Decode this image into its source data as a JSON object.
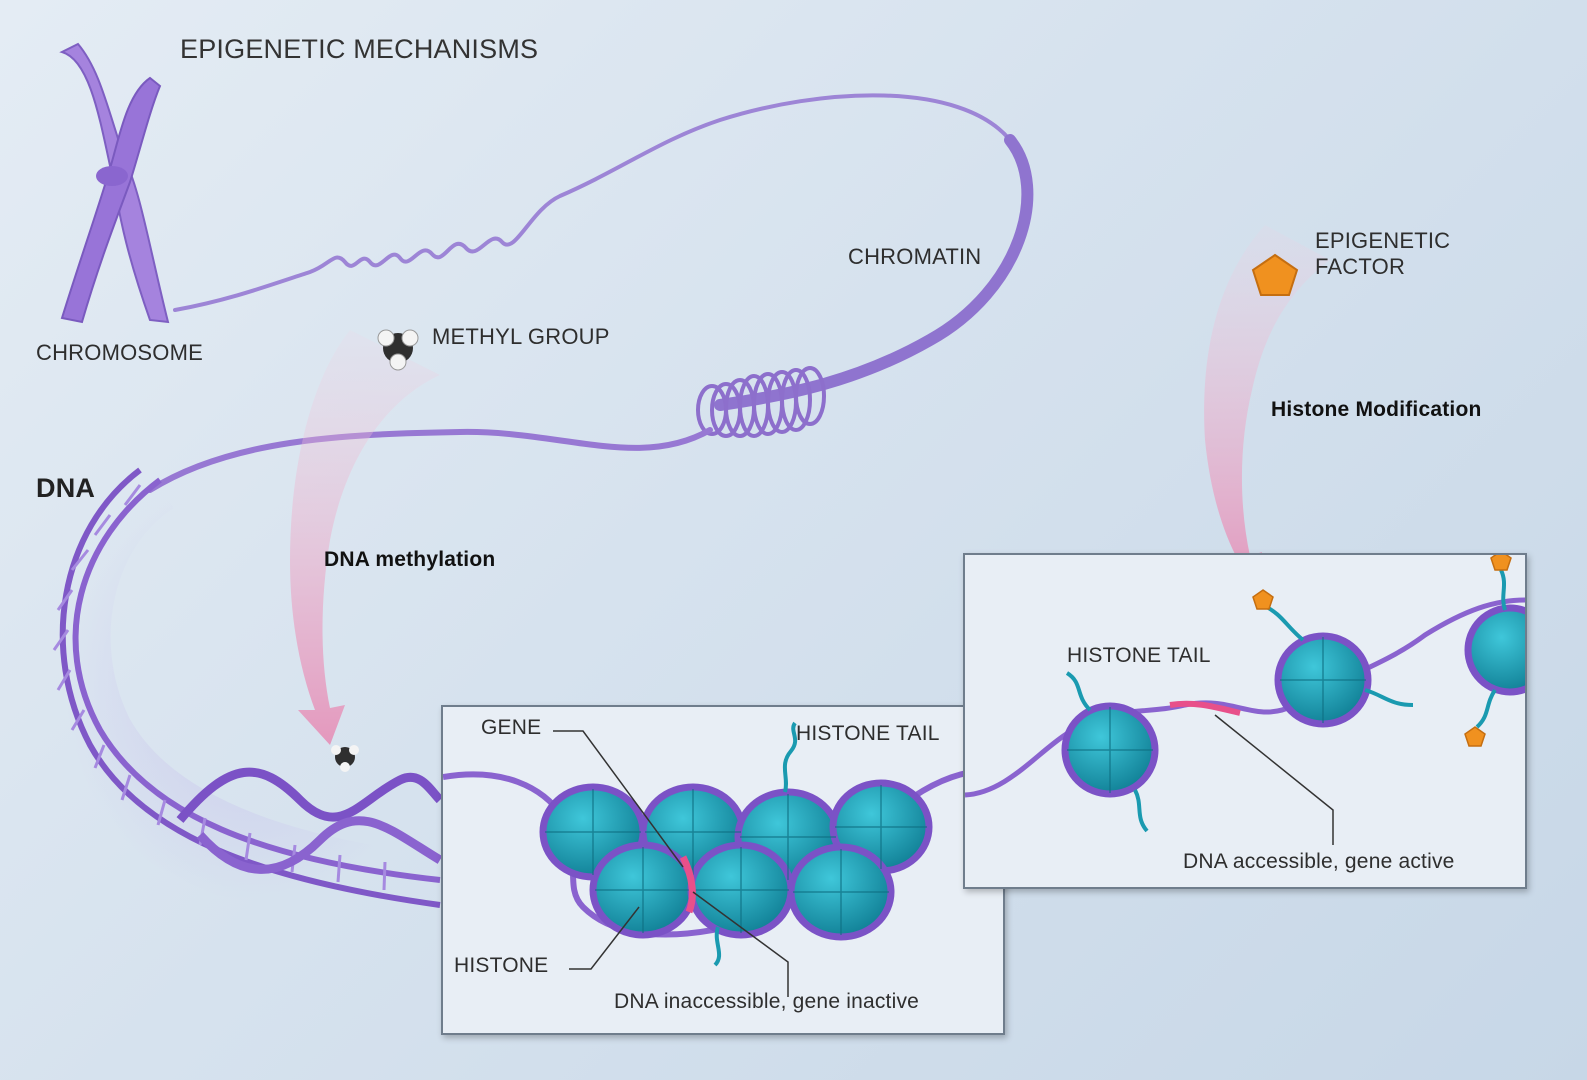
{
  "title": "EPIGENETIC MECHANISMS",
  "labels": {
    "chromosome": "CHROMOSOME",
    "chromatin": "CHROMATIN",
    "methyl_group": "METHYL GROUP",
    "dna": "DNA",
    "dna_methylation": "DNA methylation",
    "epigenetic_factor_line1": "EPIGENETIC",
    "epigenetic_factor_line2": "FACTOR",
    "histone_modification": "Histone Modification",
    "gene": "GENE",
    "histone_tail_inactive": "HISTONE TAIL",
    "histone": "HISTONE",
    "dna_inaccessible": "DNA inaccessible, gene inactive",
    "histone_tail_active": "HISTONE TAIL",
    "dna_accessible": "DNA accessible, gene active"
  },
  "colors": {
    "chromatin_purple": "#9b7fd4",
    "dna_purple": "#8a63cf",
    "histone_teal": "#1fa3b8",
    "gene_pink": "#e8508a",
    "epigenetic_factor_orange": "#f0911f",
    "arrow_pink": "#e7a6c6",
    "panel_fill": "#e8eef5",
    "background": "#d6e2ee"
  },
  "icons": {
    "methyl_group": "methyl-group-molecule-icon",
    "epigenetic_factor": "pentagon-icon"
  }
}
